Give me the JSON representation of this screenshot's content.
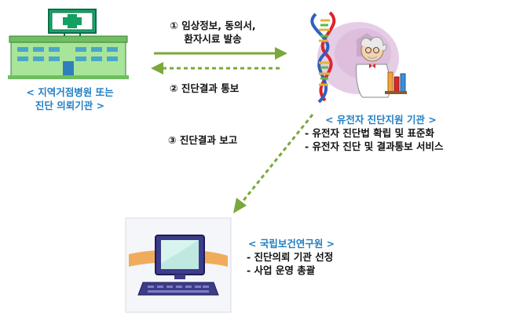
{
  "hospital": {
    "label_line1": "< 지역거점병원 또는",
    "label_line2": "진단 의뢰기관 >"
  },
  "genetics_center": {
    "title": "< 유전자 진단지원 기관 >",
    "items": [
      "- 유전자 진단법 확립 및 표준화",
      "- 유전자 진단 및 결과통보 서비스"
    ]
  },
  "institute": {
    "title": "< 국립보건연구원 >",
    "items": [
      "- 진단의뢰 기관 선정",
      "- 사업 운영 총괄"
    ]
  },
  "flows": {
    "step1_line1": "① 임상정보, 동의서,",
    "step1_line2": "환자시료 발송",
    "step2": "② 진단결과 통보",
    "step3": "③ 진단결과 보고"
  },
  "colors": {
    "accent_blue": "#1f7fc4",
    "arrow_green": "#7aa83a",
    "building_green": "#8ed47a"
  }
}
